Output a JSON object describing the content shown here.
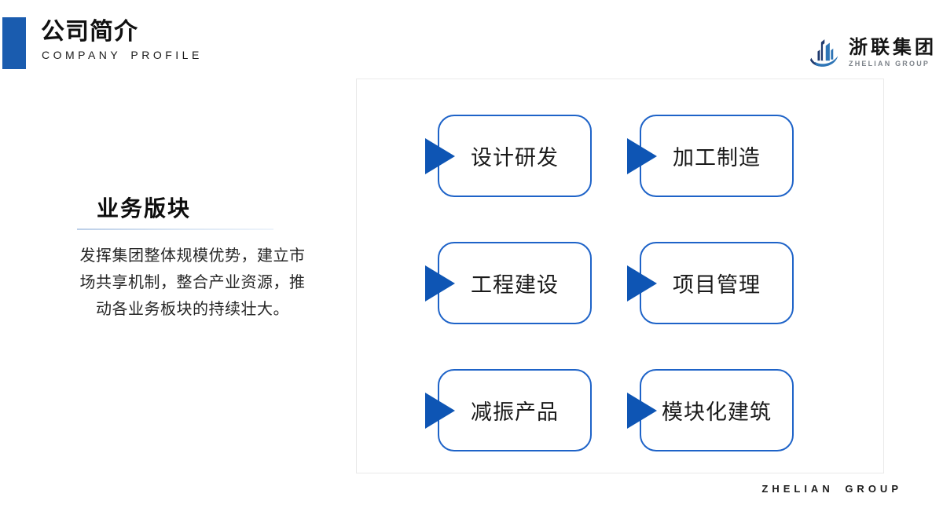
{
  "slide": {
    "header": {
      "title": "公司简介",
      "subtitle": "COMPANY PROFILE"
    },
    "logo": {
      "name_cn": "浙联集团",
      "name_en": "ZHELIAN GROUP",
      "icon": "building-skyline-with-swoosh"
    },
    "left": {
      "heading": "业务版块",
      "paragraph": "发挥集团整体规模优势，建立市\n场共享机制，整合产业资源，推\n动各业务板块的持续壮大。"
    },
    "panel": {
      "items": [
        {
          "label": "设计研发"
        },
        {
          "label": "加工制造"
        },
        {
          "label": "工程建设"
        },
        {
          "label": "项目管理"
        },
        {
          "label": "减振产品"
        },
        {
          "label": "模块化建筑"
        }
      ]
    },
    "footer": {
      "text": "ZHELIAN GROUP"
    },
    "colors": {
      "accent_blue": "#1a5caf",
      "arrow_blue": "#0e55b4",
      "box_border_blue": "#1e63c8",
      "panel_border_gray": "#e9e9e9",
      "logo_navy": "#1f3a6e",
      "logo_blue": "#2e75b6",
      "underline_blue": "#bccfe8"
    }
  }
}
